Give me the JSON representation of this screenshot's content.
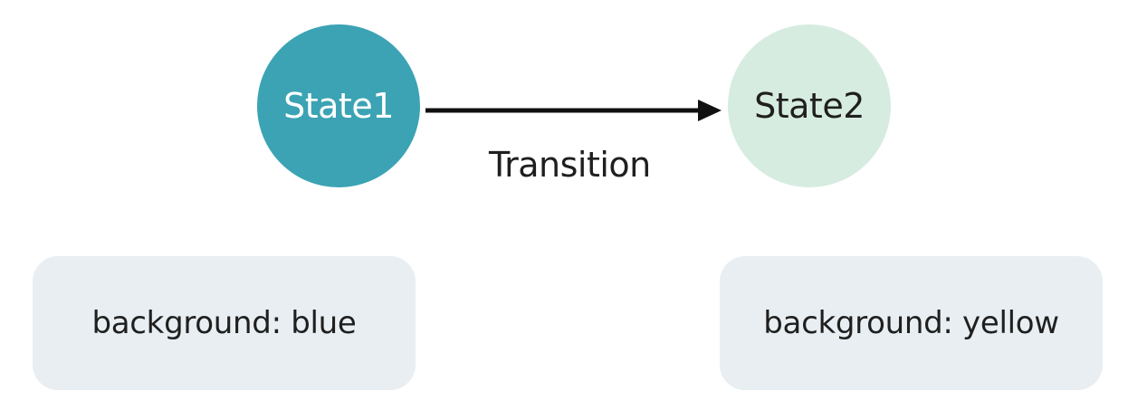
{
  "diagram": {
    "states": [
      {
        "label": "State1",
        "color": "#3ba3b4",
        "text_color": "#ffffff"
      },
      {
        "label": "State2",
        "color": "#d7ece1",
        "text_color": "#1f1f1f"
      }
    ],
    "transition": {
      "label": "Transition",
      "color": "#111111"
    },
    "properties": [
      {
        "text": "background: blue",
        "box_color": "#e8eef1"
      },
      {
        "text": "background: yellow",
        "box_color": "#e8eef1"
      }
    ]
  }
}
